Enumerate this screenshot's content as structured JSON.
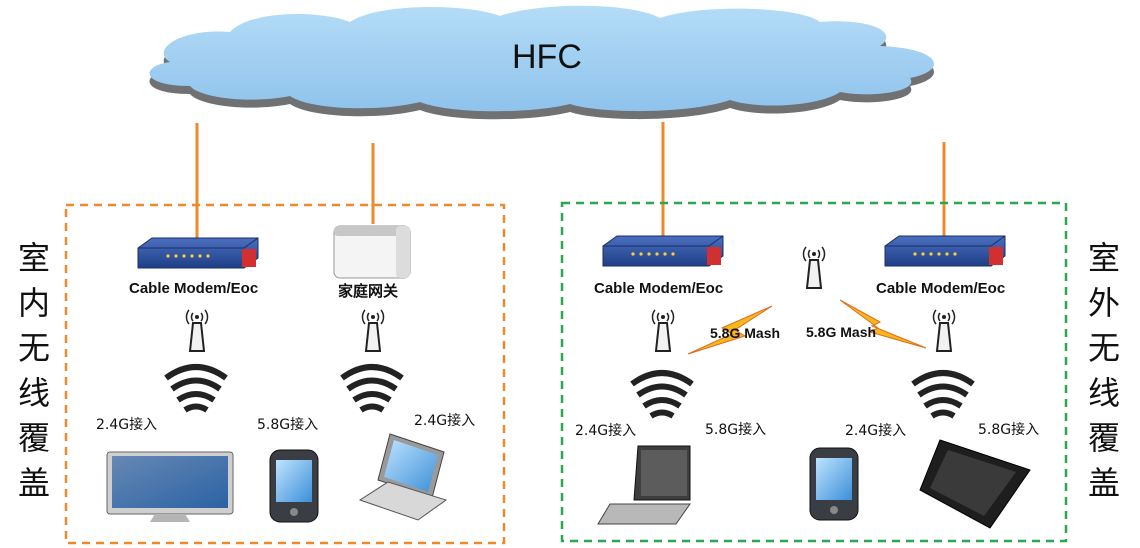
{
  "cloud": {
    "label": "HFC"
  },
  "indoor": {
    "title": "室内无线覆盖",
    "modem_label": "Cable Modem/Eoc",
    "gateway_label": "家庭网关",
    "bands": {
      "left": "2.4G接入",
      "middle": "5.8G接入",
      "right": "2.4G接入"
    }
  },
  "outdoor": {
    "title": "室外无线覆盖",
    "modem_left_label": "Cable Modem/Eoc",
    "modem_right_label": "Cable Modem/Eoc",
    "mesh_left": "5.8G Mash",
    "mesh_right": "5.8G Mash",
    "bands": {
      "a": "2.4G接入",
      "b": "5.8G接入",
      "c": "2.4G接入",
      "d": "5.8G接入"
    }
  },
  "colors": {
    "cable": "#ef8a2a",
    "indoor_border": "#ef8a2a",
    "outdoor_border": "#2aa84a",
    "cloud": "#9ecbef",
    "modem": "#2a4f9a"
  },
  "icons": [
    "cloud-icon",
    "modem-icon",
    "gateway-icon",
    "antenna-icon",
    "wifi-signal-icon",
    "imac-icon",
    "phone-icon",
    "laptop-icon",
    "tablet-icon",
    "lightning-icon"
  ]
}
